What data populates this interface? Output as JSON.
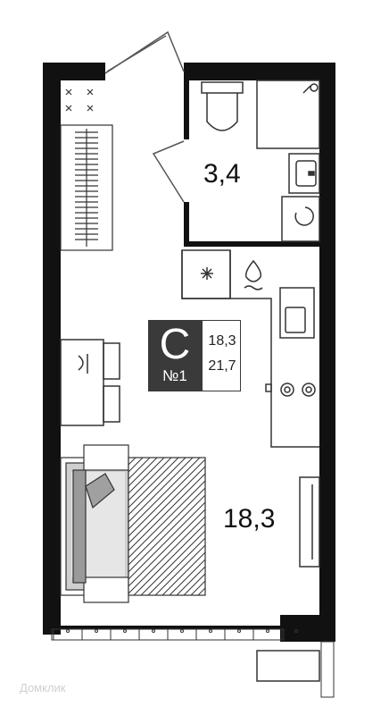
{
  "apartment": {
    "type_letter": "С",
    "number": "№1",
    "living_area": "18,3",
    "total_area": "21,7"
  },
  "rooms": {
    "bathroom_area": "3,4",
    "main_room_area": "18,3"
  },
  "watermark": "Домклик",
  "colors": {
    "wall": "#111111",
    "badge": "#3a3a3a",
    "furniture": "#888888",
    "pillow": "#a0a0a0"
  }
}
